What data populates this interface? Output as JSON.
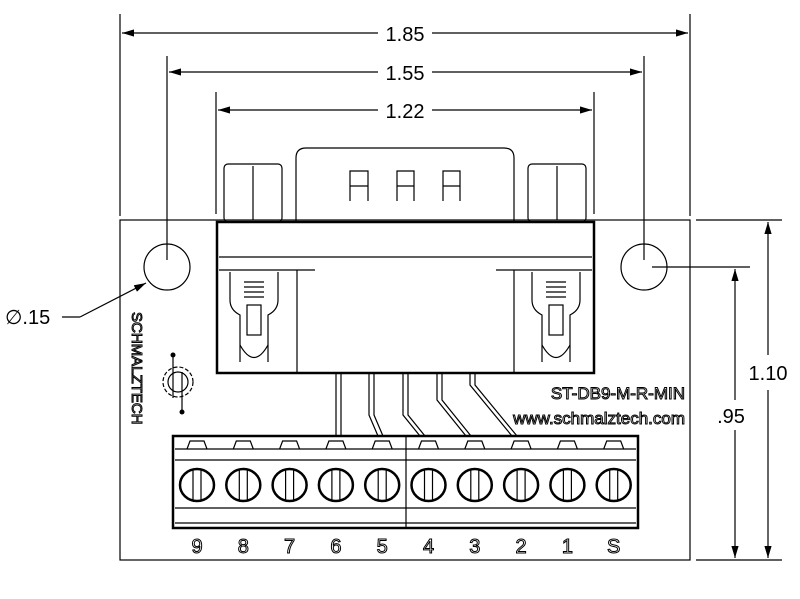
{
  "dimensions": {
    "overall_width": "1.85",
    "hole_spacing": "1.55",
    "connector_width": "1.22",
    "overall_height": "1.10",
    "hole_height": ".95",
    "hole_diameter": "∅.15"
  },
  "board": {
    "part_number": "ST-DB9-M-R-MIN",
    "website": "www.schmalztech.com",
    "brand_vertical": "SCHMALZTECH"
  },
  "terminal_labels": [
    "9",
    "8",
    "7",
    "6",
    "5",
    "4",
    "3",
    "2",
    "1",
    "S"
  ],
  "connector_pin_marks": [
    "A",
    "A",
    "A"
  ],
  "colors": {
    "line": "#000000",
    "background": "#ffffff"
  }
}
